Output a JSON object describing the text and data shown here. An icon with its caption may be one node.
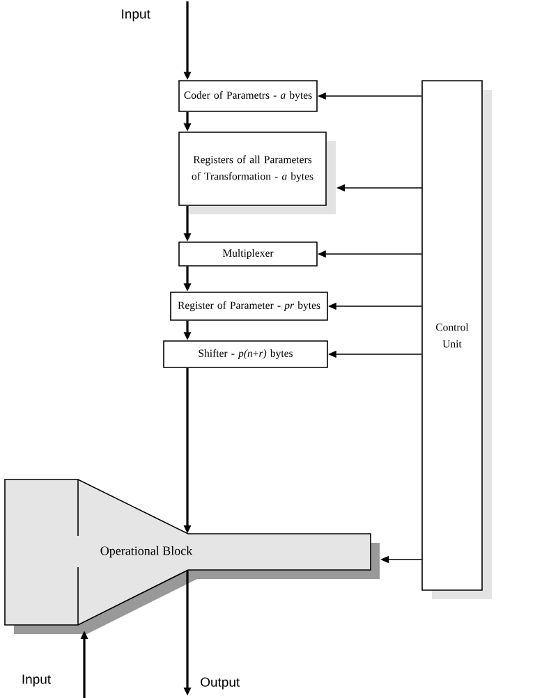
{
  "diagram": {
    "nodes": [
      {
        "text": [
          "Input"
        ]
      },
      {
        "text": [
          "Coder of Parametrs - *a* bytes"
        ]
      },
      {
        "text": [
          "Registers of all Parameters of Transformation - *a* bytes"
        ]
      },
      {
        "text": [
          "Multiplexer"
        ]
      },
      {
        "text": [
          "Register of Parameter - *pr* bytes"
        ]
      },
      {
        "text": [
          "Shifter - *p(n*+*r)* bytes"
        ]
      },
      {
        "text": [
          "Operational Block"
        ]
      },
      {
        "text": [
          "Control Unit"
        ]
      },
      {
        "text": [
          "Input"
        ]
      },
      {
        "text": [
          "Output"
        ]
      }
    ],
    "edges": [
      {
        "from": 0,
        "to": 1,
        "arrow": "to"
      },
      {
        "from": 1,
        "to": 2,
        "arrow": "to"
      },
      {
        "from": 2,
        "to": 3,
        "arrow": "to"
      },
      {
        "from": 3,
        "to": 4,
        "arrow": "to"
      },
      {
        "from": 4,
        "to": 5,
        "arrow": "to"
      },
      {
        "from": 5,
        "to": 6,
        "arrow": "to"
      },
      {
        "from": 7,
        "to": 1,
        "arrow": "to"
      },
      {
        "from": 7,
        "to": 2,
        "arrow": "to"
      },
      {
        "from": 7,
        "to": 3,
        "arrow": "to"
      },
      {
        "from": 7,
        "to": 4,
        "arrow": "to"
      },
      {
        "from": 7,
        "to": 5,
        "arrow": "to"
      },
      {
        "from": 7,
        "to": 6,
        "arrow": "to"
      },
      {
        "from": 8,
        "to": 6,
        "arrow": "to"
      },
      {
        "from": 6,
        "to": 9,
        "arrow": "to"
      }
    ]
  }
}
